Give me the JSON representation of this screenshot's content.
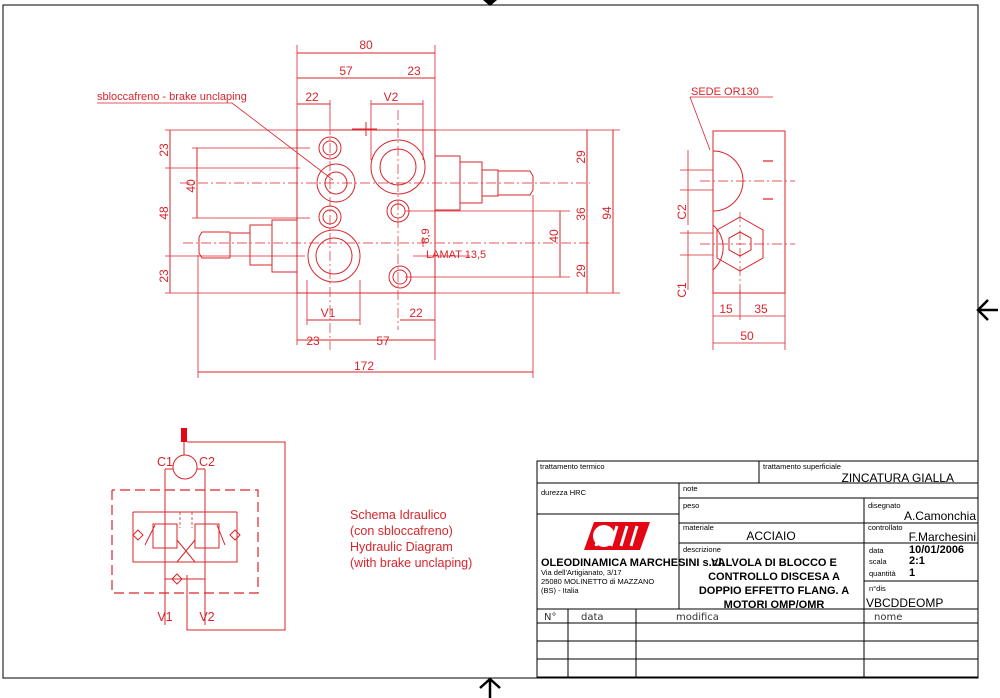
{
  "drawing": {
    "leader_label": "sbloccafreno - brake unclaping",
    "lamat_label": "LAMAT 13,5",
    "depth_label": "8,9",
    "front_dims": {
      "top_80": "80",
      "top_57": "57",
      "top_23": "23",
      "top_22": "22",
      "top_v2": "V2",
      "left_23a": "23",
      "left_40": "40",
      "left_48": "48",
      "left_23b": "23",
      "right_29a": "29",
      "right_36": "36",
      "right_40": "40",
      "right_29b": "29",
      "right_94": "94",
      "bot_v1": "V1",
      "bot_22": "22",
      "bot_23": "23",
      "bot_57": "57",
      "bot_172": "172"
    },
    "side_view": {
      "seal_label": "SEDE OR130",
      "c2": "C2",
      "c1": "C1",
      "d15": "15",
      "d35": "35",
      "d50": "50"
    },
    "schematic": {
      "c1": "C1",
      "c2": "C2",
      "v1": "V1",
      "v2": "V2",
      "caption": [
        "Schema Idraulico",
        "(con sbloccafreno)",
        "Hydraulic Diagram",
        "(with brake unclaping)"
      ]
    }
  },
  "title_block": {
    "trattamento_termico_label": "trattamento termico",
    "trattamento_superficiale_label": "trattamento superficiale",
    "trattamento_superficiale": "ZINCATURA GIALLA",
    "durezza_label": "durezza HRC",
    "note_label": "note",
    "peso_label": "peso",
    "disegnato_label": "disegnato",
    "disegnato": "A.Camonchia",
    "materiale_label": "materiale",
    "materiale": "ACCIAIO",
    "controllato_label": "controllato",
    "controllato": "F.Marchesini",
    "descrizione_label": "descrizione",
    "descrizione": [
      "VALVOLA DI BLOCCO E",
      "CONTROLLO DISCESA A",
      "DOPPIO EFFETTO FLANG. A",
      "MOTORI OMP/OMR"
    ],
    "data_label": "data",
    "data": "10/01/2006",
    "scala_label": "scala",
    "scala": "2:1",
    "quantita_label": "quantità",
    "quantita": "1",
    "ndis_label": "n°dis",
    "ndis": "VBCDDEOMP",
    "company": {
      "name": "OLEODINAMICA MARCHESINI s.r.l.",
      "address1": "Via dell'Artigianato, 3/17",
      "address2": "25080 MOLINETTO di MAZZANO",
      "address3": "(BS) - Italia",
      "logo_text": "OM"
    },
    "revision_headers": [
      "N°",
      "data",
      "modifica",
      "nome"
    ],
    "brand_color": "#e30613"
  }
}
